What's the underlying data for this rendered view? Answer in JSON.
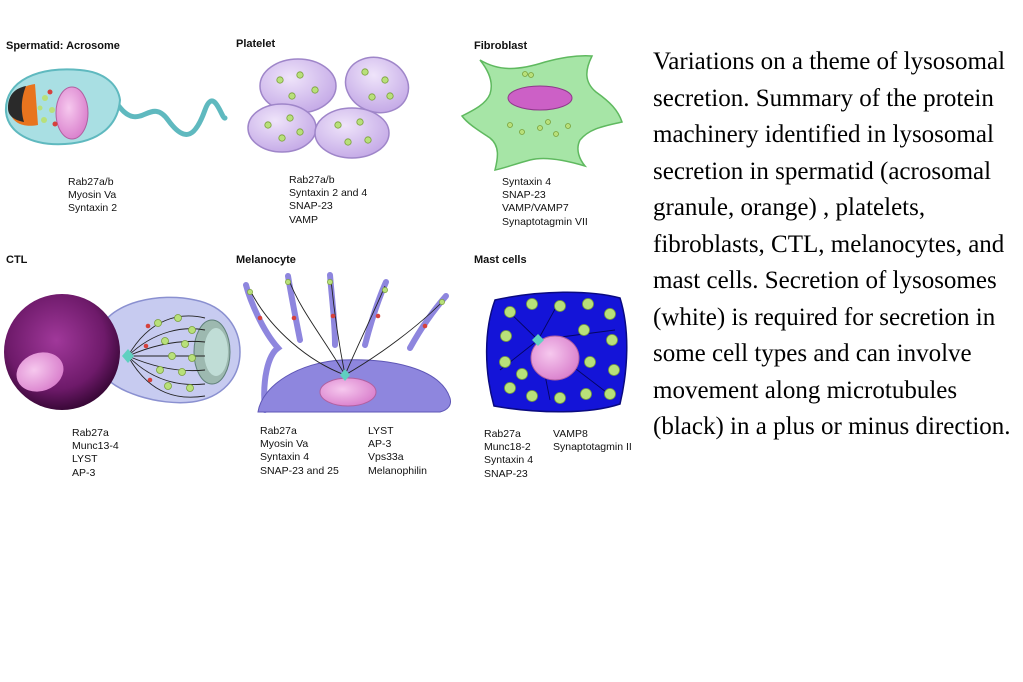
{
  "panels": {
    "spermatid": {
      "title": "Spermatid: Acrosome",
      "col1": [
        "Rab27a/b",
        "Myosin Va",
        "Syntaxin 2"
      ]
    },
    "platelet": {
      "title": "Platelet",
      "col1": [
        "Rab27a/b",
        "Syntaxin 2 and 4",
        "SNAP-23",
        "VAMP"
      ]
    },
    "fibroblast": {
      "title": "Fibroblast",
      "col1": [
        "Syntaxin 4",
        "SNAP-23",
        "VAMP/VAMP7",
        "Synaptotagmin VII"
      ]
    },
    "ctl": {
      "title": "CTL",
      "col1": [
        "Rab27a",
        "Munc13-4",
        "LYST",
        "AP-3"
      ]
    },
    "melanocyte": {
      "title": "Melanocyte",
      "col1": [
        "Rab27a",
        "Myosin Va",
        "Syntaxin 4",
        "SNAP-23 and 25"
      ],
      "col2": [
        "LYST",
        "AP-3",
        "Vps33a",
        "Melanophilin"
      ]
    },
    "mast": {
      "title": "Mast cells",
      "col1": [
        "Rab27a",
        "Munc18-2",
        "Syntaxin 4",
        "SNAP-23"
      ],
      "col2": [
        "VAMP8",
        "Synaptotagmin II"
      ]
    }
  },
  "caption": "Variations on a theme of lysosomal secretion. Summary of the protein machinery identified in lysosomal secretion in spermatid (acrosomal granule, orange) , platelets, fibroblasts, CTL, melanocytes, and mast cells. Secretion of lysosomes (white) is required for secretion in some cell types and can involve movement along microtubules (black) in a plus or minus direction.",
  "colors": {
    "cell_cyan": "#a9dfe3",
    "nucleus_pink": "#e59ad8",
    "platelet_lavender": "#d8c4ee",
    "fibroblast_green": "#a6e5a6",
    "ctl_purple": "#6e1a6a",
    "ctl_cell_lavender": "#c7cbf0",
    "melanocyte_violet": "#8e86de",
    "mast_blue": "#1414d8",
    "granule_green": "#b8e07a",
    "acrosome_orange": "#e8741e"
  }
}
